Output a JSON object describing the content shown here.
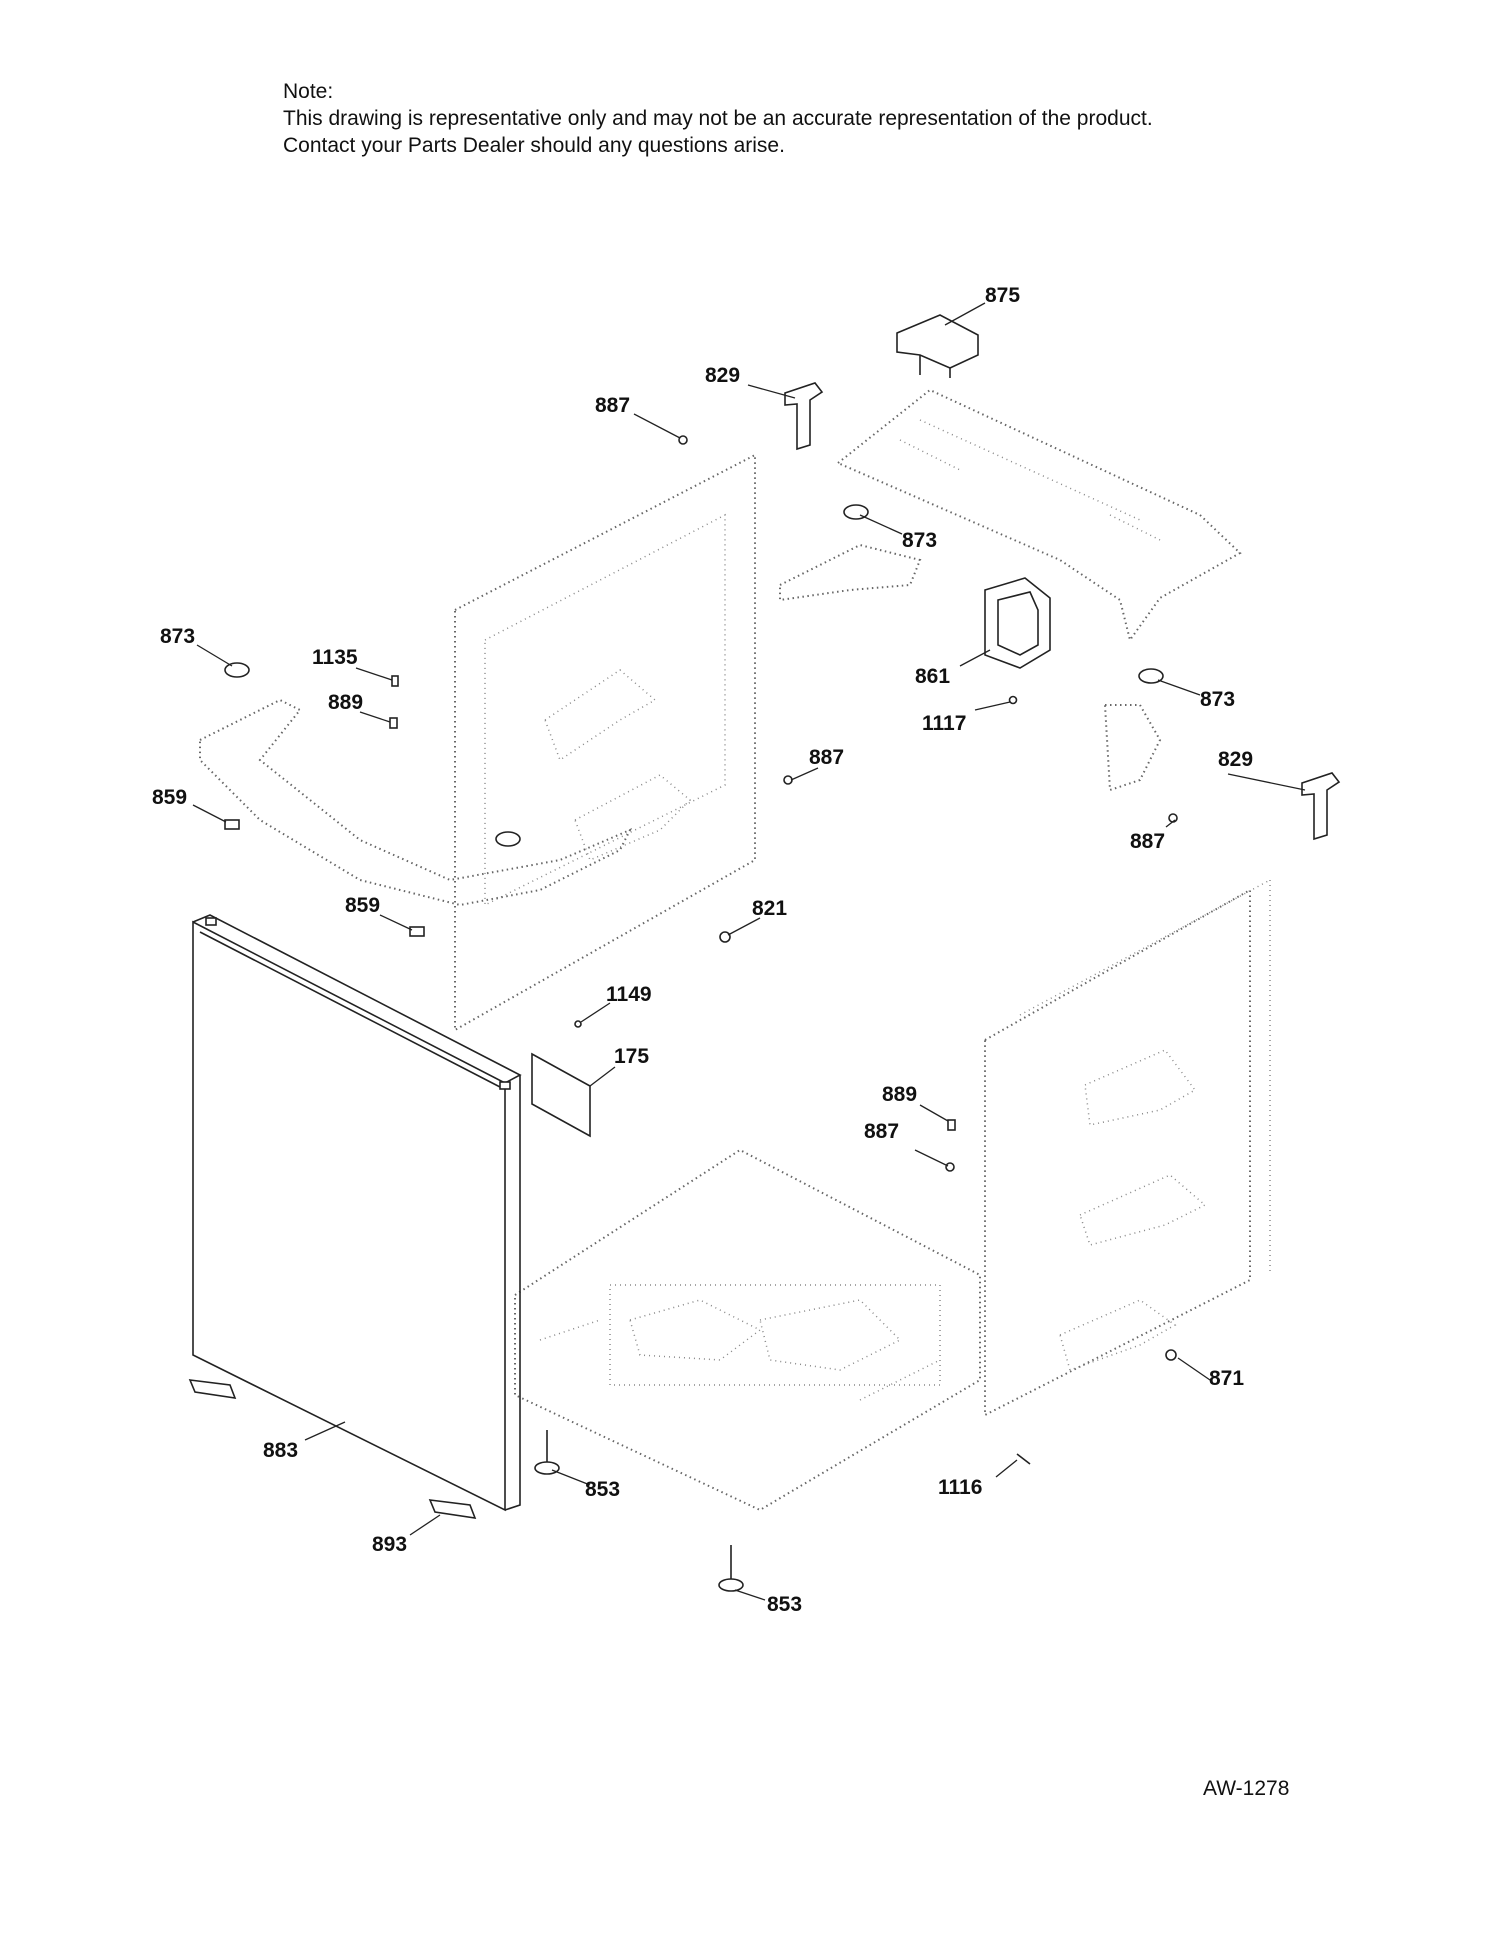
{
  "note": {
    "heading": "Note:",
    "line1": "This drawing is representative only and may not be an accurate representation of the product.",
    "line2": "Contact your Parts Dealer should any questions arise."
  },
  "figure_id": "AW-1278",
  "callouts": [
    {
      "id": "c875a",
      "label": "875"
    },
    {
      "id": "c829a",
      "label": "829"
    },
    {
      "id": "c887a",
      "label": "887"
    },
    {
      "id": "c873a",
      "label": "873"
    },
    {
      "id": "c873b",
      "label": "873"
    },
    {
      "id": "c1135",
      "label": "1135"
    },
    {
      "id": "c889a",
      "label": "889"
    },
    {
      "id": "c861",
      "label": "861"
    },
    {
      "id": "c873c",
      "label": "873"
    },
    {
      "id": "c1117",
      "label": "1117"
    },
    {
      "id": "c887b",
      "label": "887"
    },
    {
      "id": "c829b",
      "label": "829"
    },
    {
      "id": "c859a",
      "label": "859"
    },
    {
      "id": "c887c",
      "label": "887"
    },
    {
      "id": "c859b",
      "label": "859"
    },
    {
      "id": "c821",
      "label": "821"
    },
    {
      "id": "c1149",
      "label": "1149"
    },
    {
      "id": "c175",
      "label": "175"
    },
    {
      "id": "c889b",
      "label": "889"
    },
    {
      "id": "c887d",
      "label": "887"
    },
    {
      "id": "c871",
      "label": "871"
    },
    {
      "id": "c883",
      "label": "883"
    },
    {
      "id": "c853a",
      "label": "853"
    },
    {
      "id": "c1116",
      "label": "1116"
    },
    {
      "id": "c893",
      "label": "893"
    },
    {
      "id": "c853b",
      "label": "853"
    }
  ]
}
